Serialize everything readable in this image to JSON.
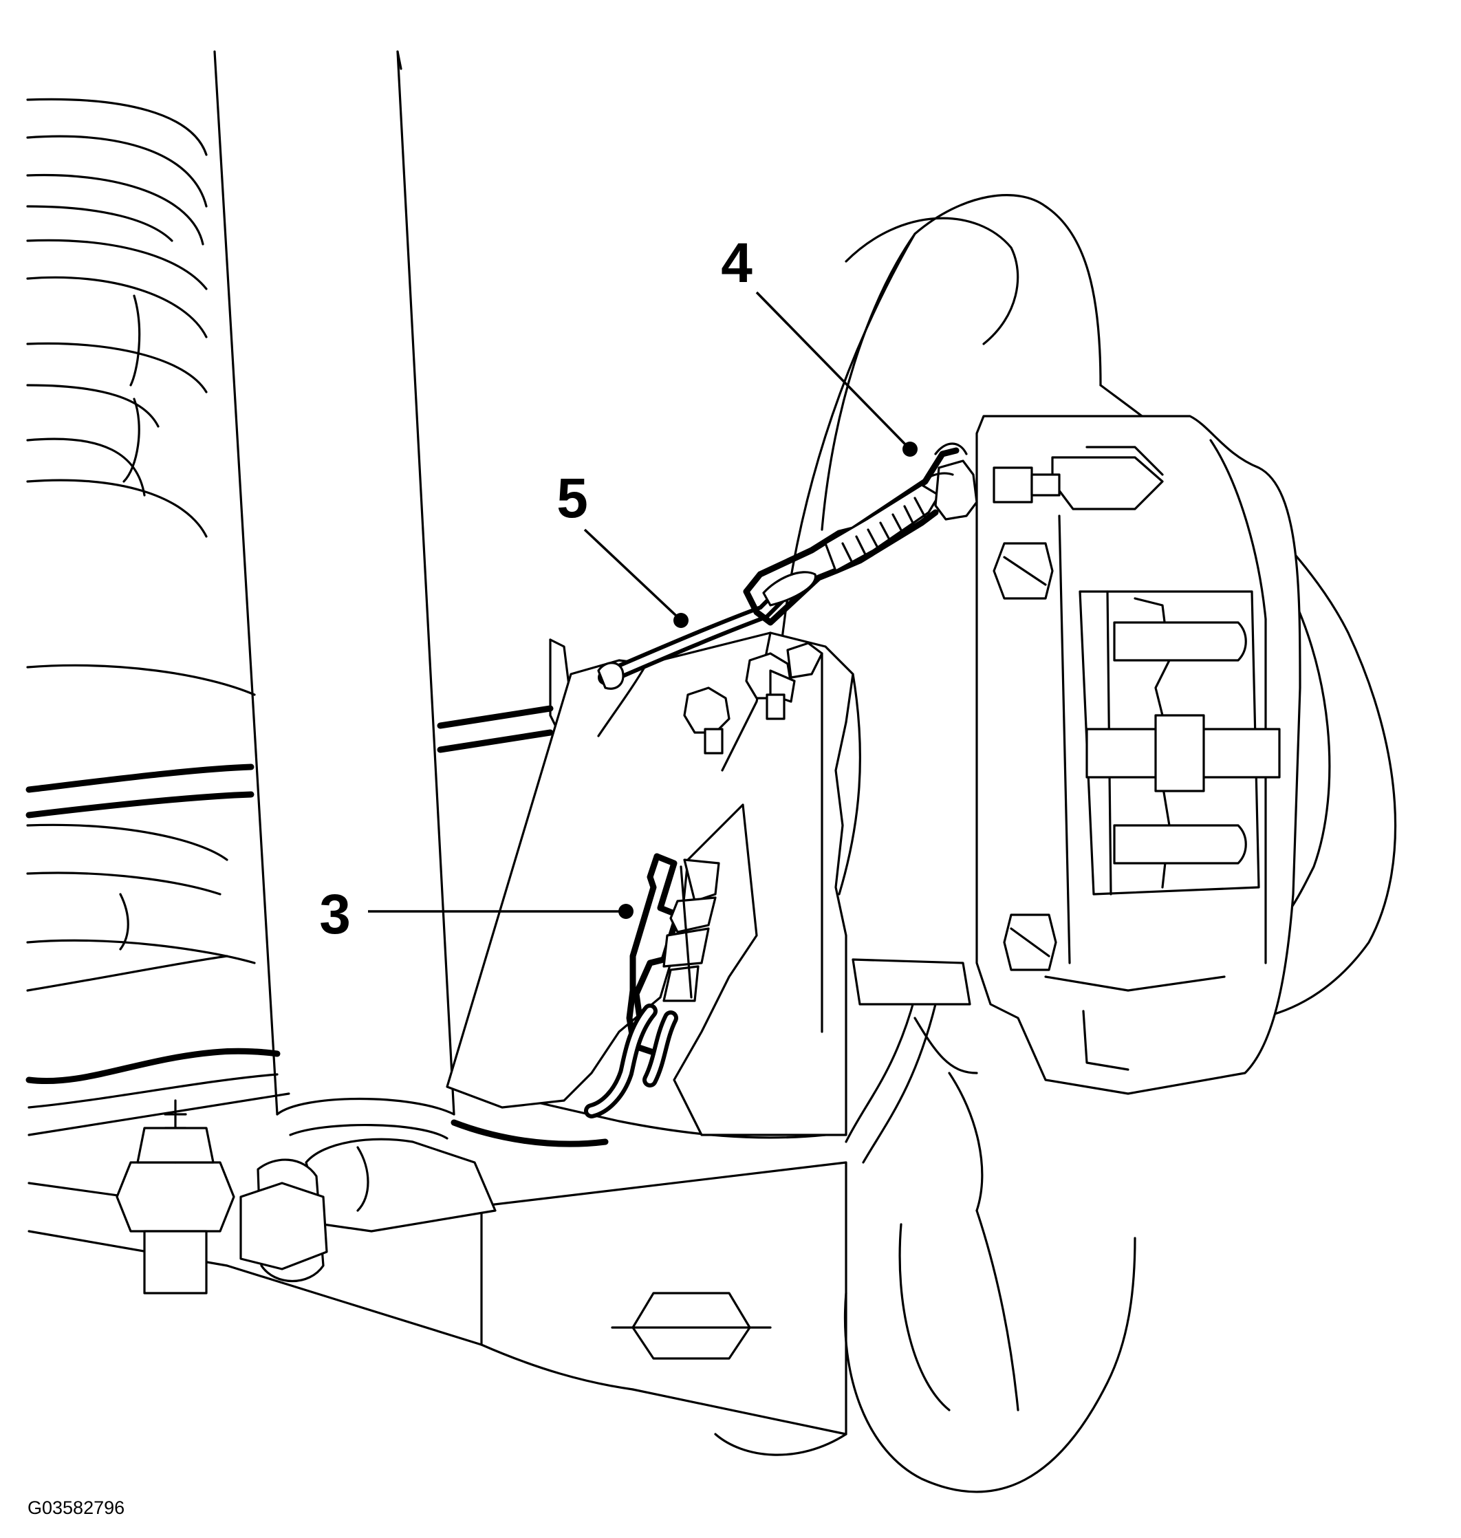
{
  "callouts": [
    {
      "label": "3"
    },
    {
      "label": "4"
    },
    {
      "label": "5"
    }
  ],
  "figure_id": "G03582796",
  "colors": {
    "line": "#000000",
    "background": "#ffffff"
  }
}
